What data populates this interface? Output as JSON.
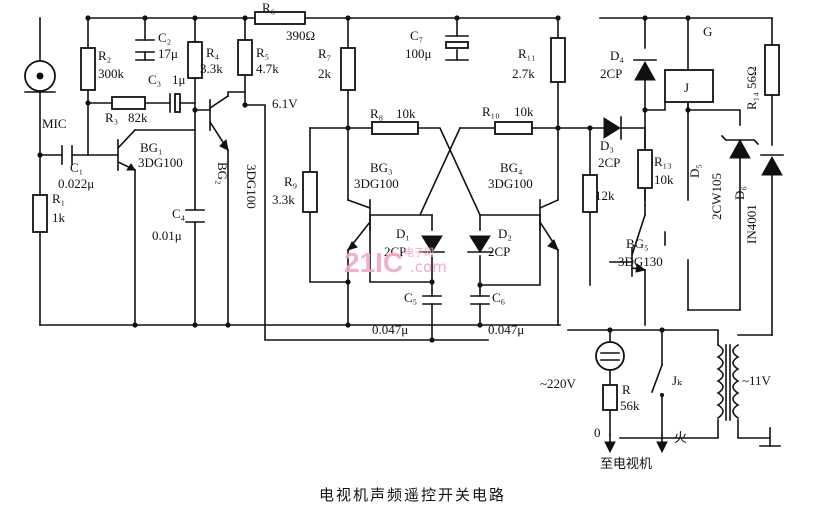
{
  "caption": "电视机声频遥控开关电路",
  "labels": {
    "mic": "MIC",
    "r1": "R₁",
    "r1v": "1k",
    "r2": "R₂",
    "r2v": "300k",
    "r3": "R₃",
    "r3v": "82k",
    "c1": "C₁",
    "c1v": "0.022μ",
    "c2": "C₂",
    "c2v": "17μ",
    "c3": "C₃",
    "c3v": "1μ",
    "bg1": "BG₁",
    "bg1v": "3DG100",
    "r4": "R₄",
    "r4v": "3.3k",
    "r5": "R₅",
    "r5v": "4.7k",
    "r6": "R₆",
    "r6v": "390Ω",
    "bg2": "BG₂",
    "bg2v": "3DG100",
    "c4": "C₄",
    "c4v": "0.01μ",
    "v61": "6.1V",
    "r7": "R₇",
    "r7v": "2k",
    "r8": "R₈",
    "r8v": "10k",
    "r9": "R₉",
    "r9v": "3.3k",
    "bg3": "BG₃",
    "bg3v": "3DG100",
    "d1": "D₁",
    "d1v": "2CP",
    "c5": "C₅",
    "c5v": "0.047μ",
    "c7": "C₇",
    "c7v": "100μ",
    "r10": "R₁₀",
    "r10v": "10k",
    "r11": "R₁₁",
    "r11v": "2.7k",
    "bg4": "BG₄",
    "bg4v": "3DG100",
    "d2": "D₂",
    "d2v": "2CP",
    "c6": "C₆",
    "c6v": "0.047μ",
    "r12v": "12k",
    "d3": "D₃",
    "d3v": "2CP",
    "d4": "D₄",
    "d4v": "2CP",
    "relay": "J",
    "g": "G",
    "r13": "R₁₃",
    "r13v": "10k",
    "bg5": "BG₅",
    "bg5v": "3DG130",
    "d5": "D₅",
    "d5v": "2CW105",
    "d6": "D₆",
    "d6v": "IN4001",
    "r14": "R₁₄ 56Ω",
    "ac": "~220V",
    "r": "R",
    "rv": "56k",
    "jk": "Jₖ",
    "ac11": "~11V",
    "zero": "0",
    "fire": "火",
    "to_tv": "至电视机"
  },
  "watermark": {
    "main": "21IC",
    "sub": "电子网",
    "domain": ".com"
  }
}
